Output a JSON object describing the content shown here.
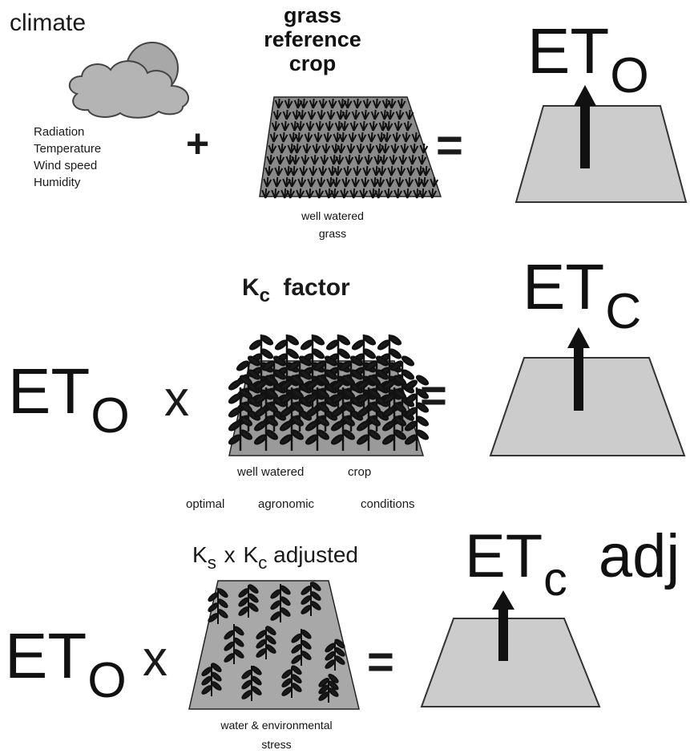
{
  "colors": {
    "plate": "#cccccc",
    "plate_stroke": "#333333",
    "ink": "#111111",
    "crop": "#1a1a1a"
  },
  "row1": {
    "climate_label": "climate",
    "climate_factors": [
      "Radiation",
      "Temperature",
      "Wind speed",
      "Humidity"
    ],
    "plus": "+",
    "crop_title_lines": [
      "grass",
      "reference",
      "crop"
    ],
    "crop_caption_lines": [
      "well watered",
      "grass"
    ],
    "equals": "=",
    "result_main": "ET",
    "result_sub": "O"
  },
  "row2": {
    "lhs_main": "ET",
    "lhs_sub": "O",
    "times": "x",
    "title_k": "K",
    "title_k_sub": "c",
    "title_rest": "factor",
    "caption_line1": [
      "well watered",
      "crop"
    ],
    "caption_line2": [
      "optimal",
      "agronomic",
      "conditions"
    ],
    "equals": "=",
    "result_main": "ET",
    "result_sub": "C"
  },
  "row3": {
    "lhs_main": "ET",
    "lhs_sub": "O",
    "times": "x",
    "title_ks": "K",
    "title_ks_sub": "s",
    "title_x": "x",
    "title_kc": "K",
    "title_kc_sub": "c",
    "title_rest": "adjusted",
    "caption_lines": [
      "water & environmental",
      "stress"
    ],
    "equals": "=",
    "result_main": "ET",
    "result_sub": "c",
    "result_suffix": "adj"
  }
}
